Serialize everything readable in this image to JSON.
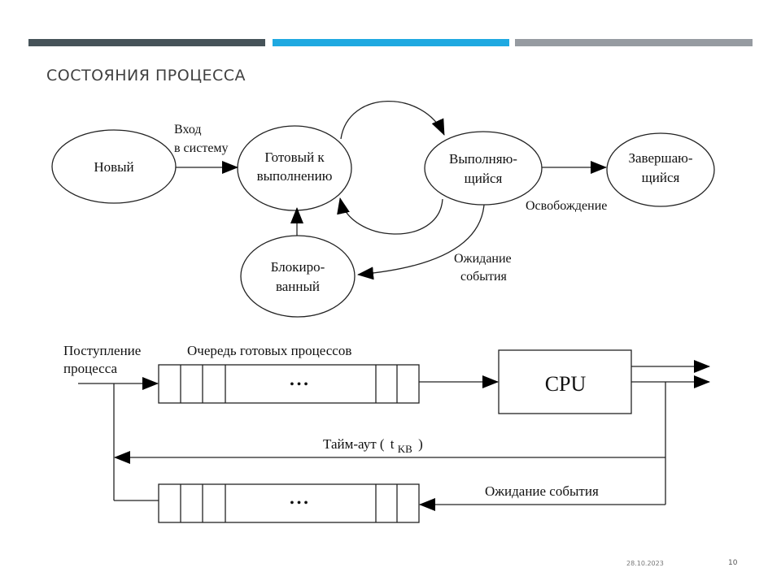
{
  "slide": {
    "title": "СОСТОЯНИЯ ПРОЦЕССА",
    "accent_bars": [
      "#465359",
      "#1fa9e1",
      "#969ba1"
    ],
    "footer": {
      "date": "28.10.2023",
      "page_number": "10"
    }
  },
  "state_diagram": {
    "states": [
      {
        "id": "new",
        "lines": [
          "Новый"
        ]
      },
      {
        "id": "ready",
        "lines": [
          "Готовый к",
          "выполнению"
        ]
      },
      {
        "id": "running",
        "lines": [
          "Выполняю-",
          "щийся"
        ]
      },
      {
        "id": "terminated",
        "lines": [
          "Завершаю-",
          "щийся"
        ]
      },
      {
        "id": "blocked",
        "lines": [
          "Блокиро-",
          "ванный"
        ]
      }
    ],
    "transitions": [
      {
        "from": "new",
        "to": "ready",
        "label_lines": [
          "Вход",
          "в систему"
        ]
      },
      {
        "from": "ready",
        "to": "running",
        "label_lines": []
      },
      {
        "from": "running",
        "to": "ready",
        "label_lines": []
      },
      {
        "from": "running",
        "to": "terminated",
        "label_lines": [
          "Освобождение"
        ]
      },
      {
        "from": "running",
        "to": "blocked",
        "label_lines": [
          "Ожидание",
          "события"
        ]
      },
      {
        "from": "blocked",
        "to": "ready",
        "label_lines": []
      }
    ]
  },
  "queue_diagram": {
    "arrival_label": [
      "Поступление",
      "процесса"
    ],
    "ready_queue_label": "Очередь готовых процессов",
    "ellipsis": "•••",
    "cpu_label": "CPU",
    "timeout_label": "Тайм-аут (",
    "timeout_symbol": "t",
    "timeout_subscript": "KB",
    "timeout_close": ")",
    "wait_event_label": "Ожидание события"
  }
}
